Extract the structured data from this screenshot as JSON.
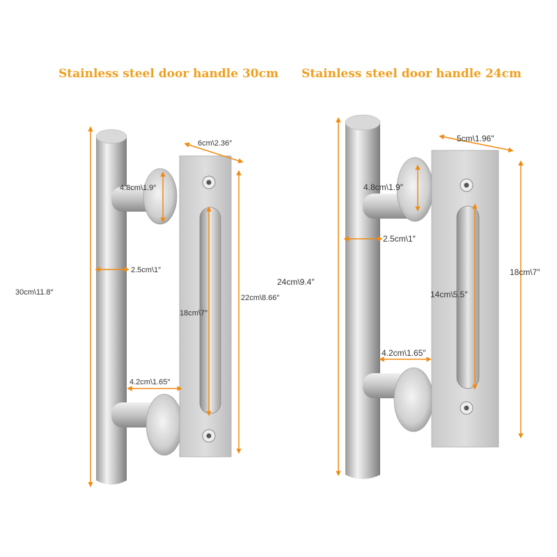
{
  "titles": {
    "left": "Stainless steel door handle 30cm",
    "right": "Stainless steel door handle 24cm"
  },
  "left": {
    "total_height": "30cm\\11.8″",
    "plate_height": "22cm\\8.66″",
    "plate_width": "6cm\\2.36″",
    "standoff_top": "4.8cm\\1.9″",
    "bar_diameter": "2.5cm\\1″",
    "slot_length": "18cm\\7″",
    "standoff_bottom": "4.2cm\\1.65″"
  },
  "right": {
    "total_height": "24cm\\9.4″",
    "plate_height": "18cm\\7″",
    "plate_width": "5cm\\1.96″",
    "standoff_top": "4.8cm\\1.9″",
    "bar_diameter": "2.5cm\\1″",
    "slot_length": "14cm\\5.5″",
    "standoff_bottom": "4.2cm\\1.65″"
  },
  "colors": {
    "title": "#f0a020",
    "dimension_line": "#f08a10",
    "steel_light": "#e4e4e4",
    "steel_dark": "#8a8a8a"
  }
}
